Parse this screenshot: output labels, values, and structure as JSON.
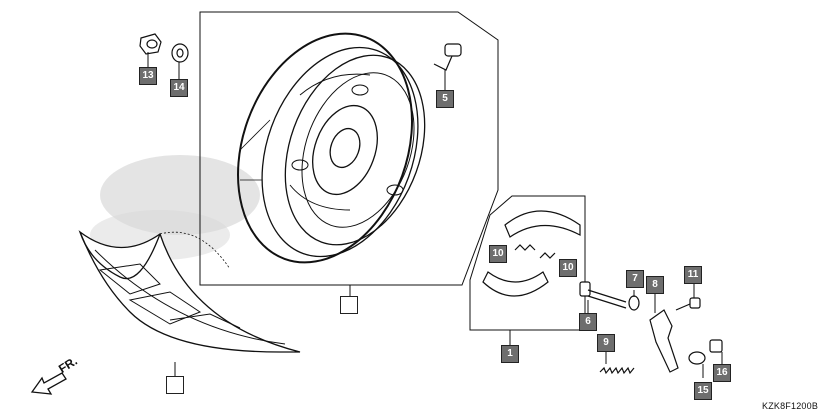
{
  "diagram": {
    "callouts": [
      {
        "id": "c13",
        "label": "13",
        "style": "dark"
      },
      {
        "id": "c14",
        "label": "14",
        "style": "dark"
      },
      {
        "id": "c5",
        "label": "5",
        "style": "dark"
      },
      {
        "id": "c10a",
        "label": "10",
        "style": "dark"
      },
      {
        "id": "c10b",
        "label": "10",
        "style": "dark"
      },
      {
        "id": "c7",
        "label": "7",
        "style": "dark"
      },
      {
        "id": "c8",
        "label": "8",
        "style": "dark"
      },
      {
        "id": "c11",
        "label": "11",
        "style": "dark"
      },
      {
        "id": "c6",
        "label": "6",
        "style": "dark"
      },
      {
        "id": "c1",
        "label": "1",
        "style": "dark"
      },
      {
        "id": "c9",
        "label": "9",
        "style": "dark"
      },
      {
        "id": "c15",
        "label": "15",
        "style": "dark"
      },
      {
        "id": "c16",
        "label": "16",
        "style": "dark"
      },
      {
        "id": "c-wheel",
        "label": "",
        "style": "plain"
      },
      {
        "id": "c-tire",
        "label": "",
        "style": "plain"
      }
    ],
    "direction_label": "FR.",
    "diagram_code": "KZK8F1200B"
  }
}
